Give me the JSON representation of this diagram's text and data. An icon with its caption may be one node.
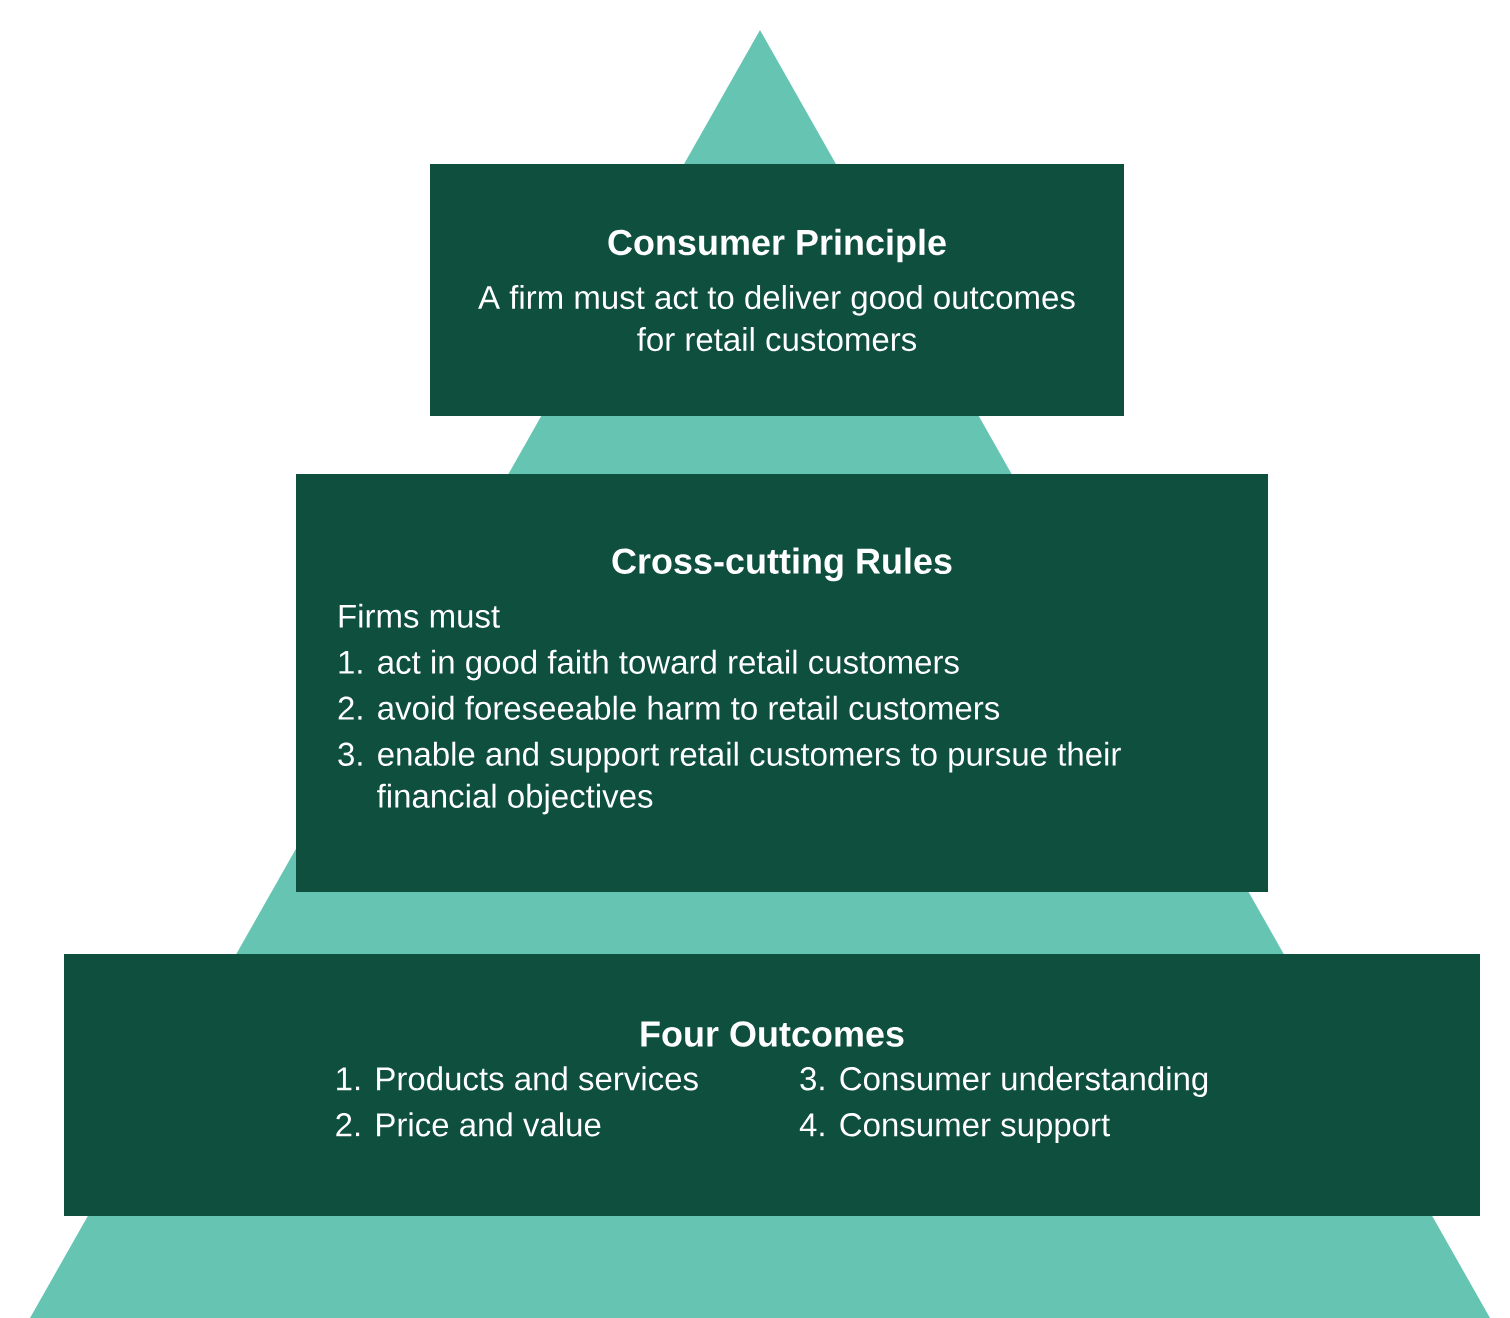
{
  "diagram": {
    "nodes": [
      {
        "text": [
          "Consumer Principle",
          "A firm must act to deliver good outcomes for retail customers"
        ]
      },
      {
        "text": [
          "Cross-cutting Rules",
          "Firms must",
          "1. act in good faith toward retail customers",
          "2. avoid foreseeable harm to retail customers",
          "3. enable and support retail customers to pursue their financial objectives"
        ]
      },
      {
        "text": [
          "Four Outcomes",
          "1. Products and services",
          "2. Price and value",
          "3. Consumer understanding",
          "4. Consumer support"
        ]
      }
    ]
  }
}
